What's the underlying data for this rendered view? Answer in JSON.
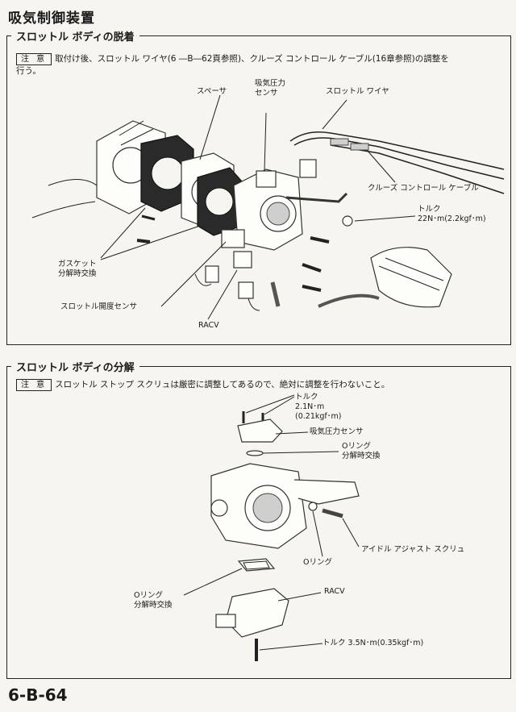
{
  "page": {
    "title": "吸気制御装置",
    "number": "6-B-64"
  },
  "section1": {
    "title": "スロットル ボディの脱着",
    "note_badge": "注 意",
    "note_text_line1": "取付け後、スロットル ワイヤ(6 ―B―62頁参照)、クルーズ コントロール ケーブル(16章参照)の調整を",
    "note_text_line2": "行う。",
    "labels": {
      "spacer": "スペーサ",
      "map_sensor_l1": "吸気圧力",
      "map_sensor_l2": "センサ",
      "throttle_wire": "スロットル ワイヤ",
      "cruise_cable": "クルーズ コントロール ケーブル",
      "torque_l1": "トルク",
      "torque_l2": "22N･m(2.2kgf･m)",
      "gasket_l1": "ガスケット",
      "gasket_l2": "分解時交換",
      "tps": "スロットル開度センサ",
      "racv": "RACV"
    }
  },
  "section2": {
    "title": "スロットル ボディの分解",
    "note_badge": "注 意",
    "note_text": "スロットル ストップ スクリュは厳密に調整してあるので、絶対に調整を行わないこと。",
    "labels": {
      "torque1_l1": "トルク",
      "torque1_l2": "2.1N･m",
      "torque1_l3": "(0.21kgf･m)",
      "map_sensor": "吸気圧力センサ",
      "oring1_l1": "Oリング",
      "oring1_l2": "分解時交換",
      "idle_screw": "アイドル アジャスト スクリュ",
      "oring2": "Oリング",
      "oring3_l1": "Oリング",
      "oring3_l2": "分解時交換",
      "racv": "RACV",
      "torque2": "トルク  3.5N･m(0.35kgf･m)"
    }
  }
}
